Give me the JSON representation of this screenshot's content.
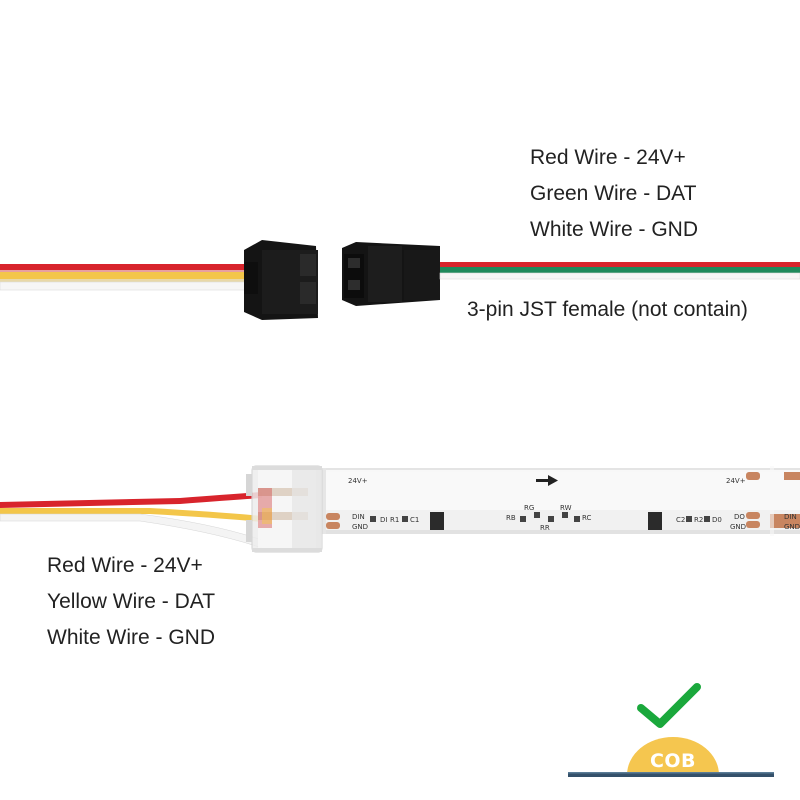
{
  "top_connector": {
    "labels": [
      "Red Wire - 24V+",
      "Green Wire - DAT",
      "White Wire - GND"
    ],
    "note": "3-pin JST female (not contain)"
  },
  "strip_connector": {
    "labels": [
      "Red Wire - 24V+",
      "Yellow Wire - DAT",
      "White Wire - GND"
    ]
  },
  "strip_print": {
    "voltage_left": "24V+",
    "voltage_right": "24V+",
    "din_left": "DIN",
    "gnd_left": "GND",
    "di": "DI",
    "r1": "R1",
    "c1": "C1",
    "rb": "RB",
    "rg": "RG",
    "rr": "RR",
    "rw": "RW",
    "rc": "RC",
    "c2": "C2",
    "r2": "R2",
    "d0": "D0",
    "do": "DO",
    "gnd_mid": "GND",
    "din_right": "DIN",
    "gnd_right": "GND"
  },
  "badge": {
    "text": "COB"
  },
  "colors": {
    "red_wire": "#d8242c",
    "green_wire": "#1f8a5c",
    "yellow_wire": "#f3c64a",
    "white_wire": "#f4f4f4",
    "connector": "#141414",
    "check": "#1aa83c",
    "badge": "#f5c64f"
  },
  "icons": [
    "check-icon",
    "arrow-right-icon"
  ]
}
